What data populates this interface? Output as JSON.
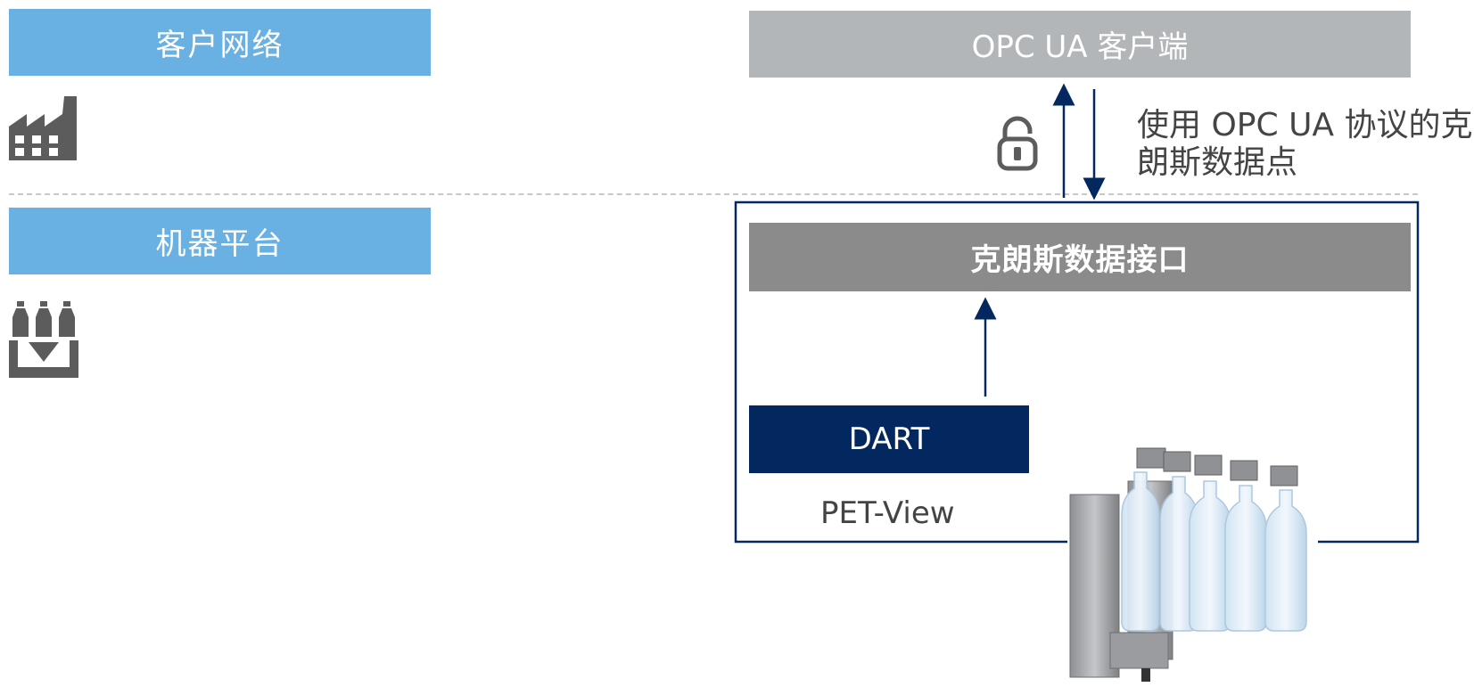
{
  "labels": {
    "customer_network": "客户网络",
    "machine_platform": "机器平台"
  },
  "boxes": {
    "opc_client": "OPC UA 客户端",
    "krones_interface": "克朗斯数据接口",
    "dart": "DART",
    "pet_view": "PET-View"
  },
  "connection_note": {
    "line1": "使用 OPC UA 协议的克",
    "line2": "朗斯数据点"
  },
  "icons": {
    "factory": "factory-icon",
    "bottles": "bottle-packaging-icon",
    "lock": "padlock-icon",
    "machine": "pet-view-machine-image"
  },
  "colors": {
    "label_bar": "#69b1e2",
    "opc_client": "#b3b6b9",
    "krones_interface": "#8b8b8b",
    "dart": "#03285f",
    "frame": "#03285f",
    "arrow": "#03285f",
    "icon": "#5c5c5c"
  }
}
